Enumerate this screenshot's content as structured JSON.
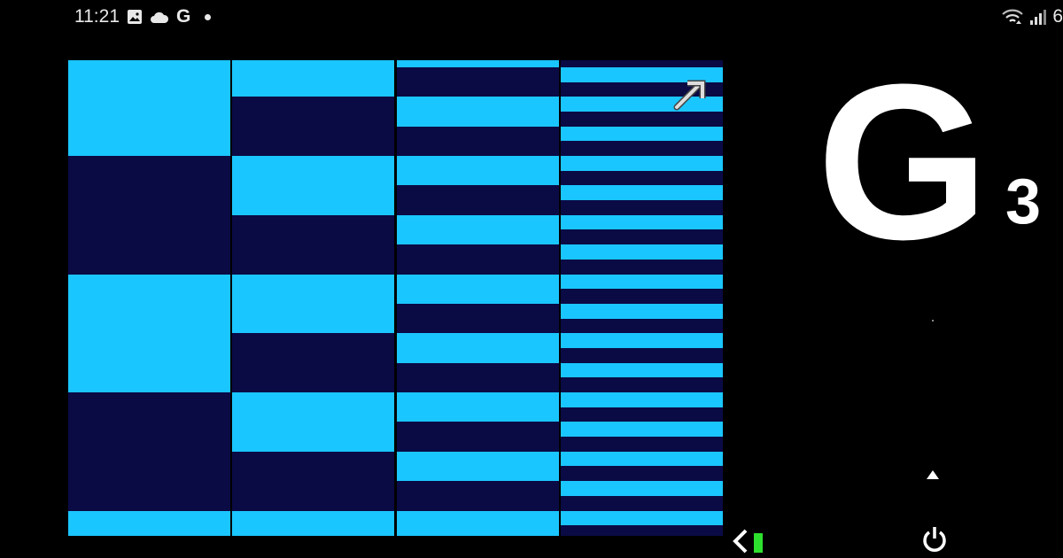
{
  "status_bar": {
    "time": "11:21",
    "notification_icons": [
      "image-icon",
      "cloud-icon",
      "google-icon",
      "dot-icon"
    ],
    "google_letter": "G",
    "right_icons": [
      "wifi-icon",
      "signal-icon"
    ],
    "battery_text": "6"
  },
  "pattern": {
    "light_color": "#1ac6ff",
    "dark_color": "#0a0a45",
    "columns": 4
  },
  "tuner": {
    "note": "G",
    "octave": "3"
  },
  "controls": {
    "level_color": "#2ee02e"
  }
}
